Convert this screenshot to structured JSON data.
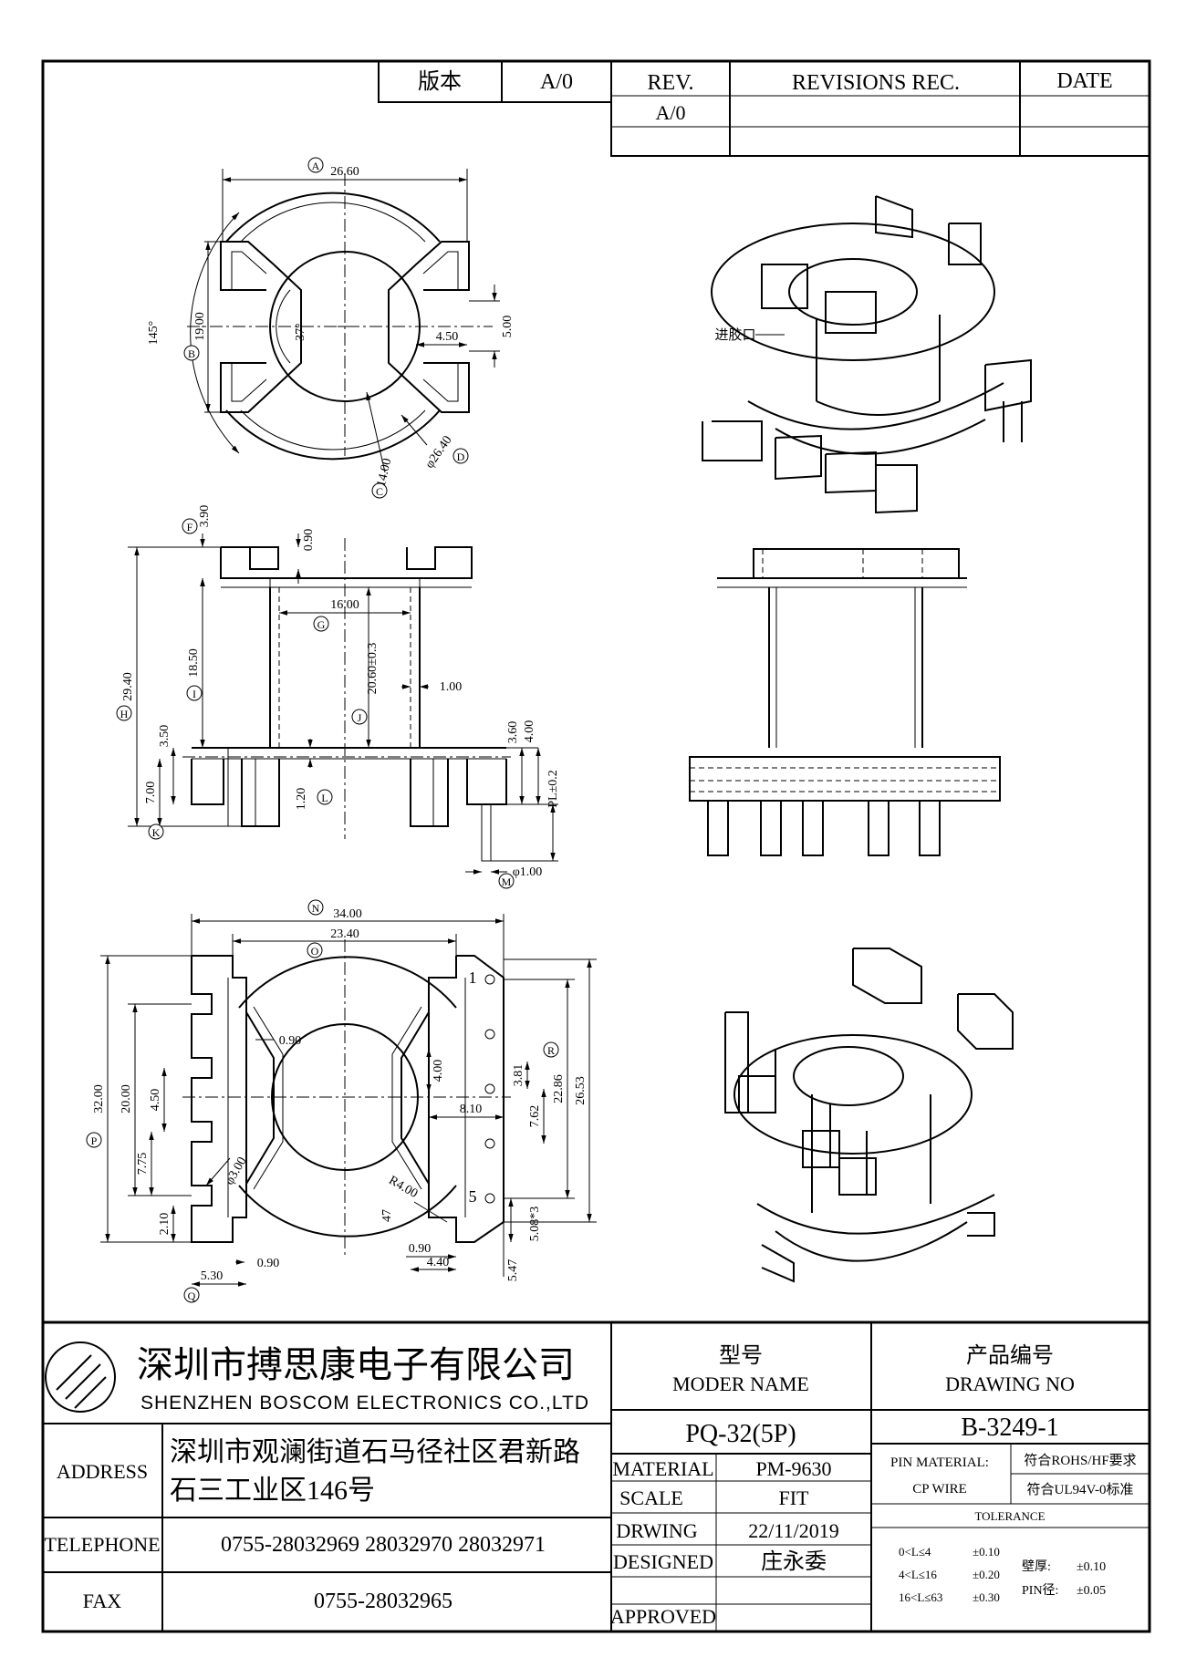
{
  "revision_block": {
    "version_label": "版本",
    "version_value": "A/0",
    "rev_header": "REV.",
    "revisions_header": "REVISIONS REC.",
    "date_header": "DATE",
    "rev_row_value": "A/0"
  },
  "top_view": {
    "dims": [
      "26.60",
      "19.00",
      "145°",
      "37°",
      "4.50",
      "5.00",
      "φ14.00",
      "φ26.40"
    ],
    "callouts": [
      "A",
      "B",
      "C",
      "D"
    ]
  },
  "front_view": {
    "dims": [
      "3.90",
      "0.90",
      "16.00",
      "29.40",
      "18.50",
      "20.60±0.3",
      "1.00",
      "3.50",
      "7.00",
      "1.20",
      "3.60",
      "4.00",
      "PL±0.2",
      "φ1.00"
    ],
    "callouts": [
      "F",
      "G",
      "H",
      "I",
      "J",
      "K",
      "L",
      "M"
    ]
  },
  "bottom_view": {
    "dims": [
      "34.00",
      "23.40",
      "0.90",
      "4.00",
      "3.81",
      "7.62",
      "22.86",
      "26.53",
      "8.10",
      "32.00",
      "20.00",
      "4.50",
      "7.75",
      "φ3.00",
      "2.10",
      "R4.00",
      "47",
      "0.90",
      "4.40",
      "5.08*3",
      "0.90",
      "5.30",
      "5.47"
    ],
    "pin_labels": [
      "1",
      "5"
    ],
    "callouts": [
      "N",
      "O",
      "P",
      "Q",
      "R"
    ]
  },
  "iso_view": {
    "gate_label": "进胶口"
  },
  "title_block": {
    "company_cn": "深圳市搏思康电子有限公司",
    "company_en": "SHENZHEN BOSCOM ELECTRONICS CO.,LTD",
    "model_label_cn": "型号",
    "model_label_en": "MODER NAME",
    "drawing_label_cn": "产品编号",
    "drawing_label_en": "DRAWING NO",
    "model_value": "PQ-32(5P)",
    "drawing_value": "B-3249-1",
    "address_label": "ADDRESS",
    "address_line1": "深圳市观澜街道石马径社区君新路",
    "address_line2": "石三工业区146号",
    "telephone_label": "TELEPHONE",
    "telephone_value": "0755-28032969 28032970 28032971",
    "fax_label": "FAX",
    "fax_value": "0755-28032965",
    "material_label": "MATERIAL",
    "material_value": "PM-9630",
    "scale_label": "SCALE",
    "scale_value": "FIT",
    "drawing_date_label": "DRWING",
    "drawing_date_value": "22/11/2019",
    "designed_label": "DESIGNED",
    "designed_value": "庄永委",
    "approved_label": "APPROVED",
    "approved_value": "",
    "pin_material_label": "PIN MATERIAL:",
    "pin_material_value": "CP WIRE",
    "rohs_note": "符合ROHS/HF要求",
    "ul_note": "符合UL94V-0标准",
    "tolerance_label": "TOLERANCE",
    "tol_row1": "0<L≤4",
    "tol_row1_val": "±0.10",
    "tol_row2": "4<L≤16",
    "tol_row2_val": "±0.20",
    "tol_row3": "16<L≤63",
    "tol_row3_val": "±0.30",
    "wall_label": "壁厚:",
    "wall_val": "±0.10",
    "pin_dia_label": "PIN径:",
    "pin_dia_val": "±0.05"
  }
}
